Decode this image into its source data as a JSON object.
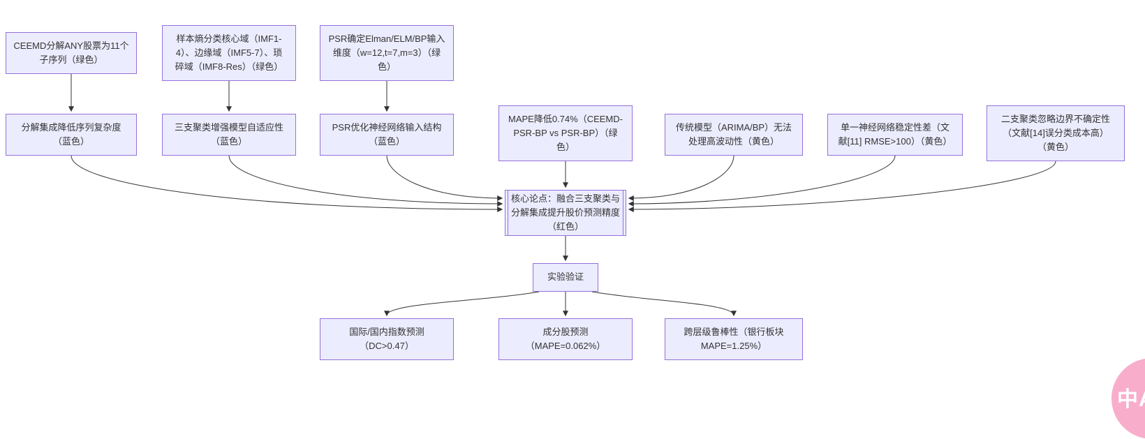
{
  "diagram": {
    "nodes": [
      {
        "id": "ceemd-decompose",
        "label": "CEEMD分解ANY股票为11个\n子序列（绿色）"
      },
      {
        "id": "sample-entropy",
        "label": "样本熵分类核心域（IMF1-\n4）、边缘域（IMF5-7）、琐\n碎域（IMF8-Res）（绿色）"
      },
      {
        "id": "psr-input-dim",
        "label": "PSR确定Elman/ELM/BP输入\n维度（w=12,t=7,m=3）（绿\n色）"
      },
      {
        "id": "decompose-benefit",
        "label": "分解集成降低序列复杂度\n（蓝色）"
      },
      {
        "id": "three-way-benefit",
        "label": "三支聚类增强模型自适应性\n（蓝色）"
      },
      {
        "id": "psr-benefit",
        "label": "PSR优化神经网络输入结构\n（蓝色）"
      },
      {
        "id": "mape-improve",
        "label": "MAPE降低0.74%（CEEMD-\nPSR-BP vs PSR-BP）（绿\n色）"
      },
      {
        "id": "traditional-limit",
        "label": "传统模型（ARIMA/BP）无法\n处理高波动性（黄色）"
      },
      {
        "id": "single-nn-limit",
        "label": "单一神经网络稳定性差（文\n献[11] RMSE>100）（黄色）"
      },
      {
        "id": "two-way-limit",
        "label": "二支聚类忽略边界不确定性\n（文献[14]误分类成本高）\n（黄色）"
      },
      {
        "id": "core-thesis",
        "label": "核心论点：融合三支聚类与\n分解集成提升股价预测精度\n（红色）"
      },
      {
        "id": "experiment-validation",
        "label": "实验验证"
      },
      {
        "id": "index-prediction",
        "label": "国际/国内指数预测\n（DC>0.47）"
      },
      {
        "id": "constituent-prediction",
        "label": "成分股预测\n（MAPE=0.062%）"
      },
      {
        "id": "cross-level-robustness",
        "label": "跨层级鲁棒性（银行板块\nMAPE=1.25%）"
      }
    ],
    "edges": [
      {
        "from": "ceemd-decompose",
        "to": "decompose-benefit"
      },
      {
        "from": "sample-entropy",
        "to": "three-way-benefit"
      },
      {
        "from": "psr-input-dim",
        "to": "psr-benefit"
      },
      {
        "from": "decompose-benefit",
        "to": "core-thesis"
      },
      {
        "from": "three-way-benefit",
        "to": "core-thesis"
      },
      {
        "from": "psr-benefit",
        "to": "core-thesis"
      },
      {
        "from": "mape-improve",
        "to": "core-thesis"
      },
      {
        "from": "traditional-limit",
        "to": "core-thesis"
      },
      {
        "from": "single-nn-limit",
        "to": "core-thesis"
      },
      {
        "from": "two-way-limit",
        "to": "core-thesis"
      },
      {
        "from": "core-thesis",
        "to": "experiment-validation"
      },
      {
        "from": "experiment-validation",
        "to": "index-prediction"
      },
      {
        "from": "experiment-validation",
        "to": "constituent-prediction"
      },
      {
        "from": "experiment-validation",
        "to": "cross-level-robustness"
      }
    ]
  },
  "badge": {
    "label": "中A"
  },
  "colors": {
    "node_fill": "#ECECFF",
    "node_border": "#9370DB",
    "edge": "#333333",
    "badge_pink": "#F8AECB"
  }
}
